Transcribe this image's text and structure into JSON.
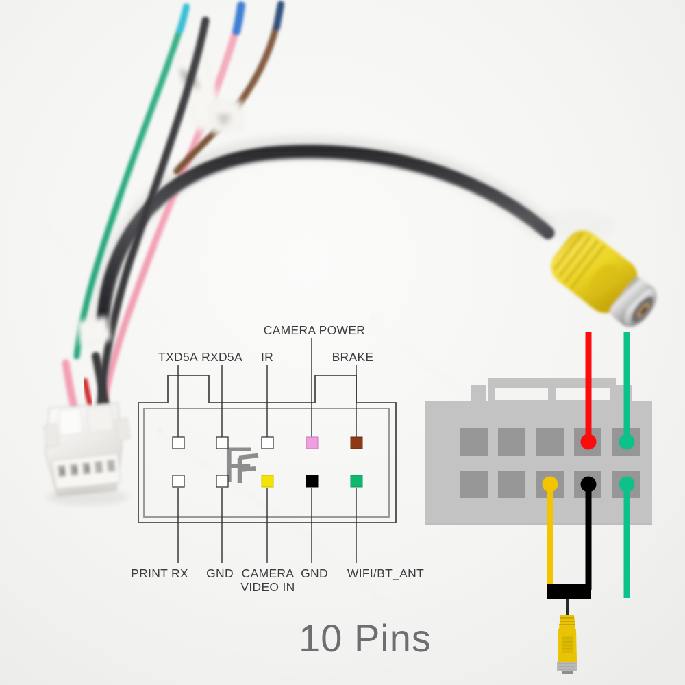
{
  "scene": {
    "caption": "10 Pins",
    "connector_letter": "F",
    "background_color": "#f4f4f2"
  },
  "photo": {
    "description": "car stereo camera adapter harness photo",
    "wire_colors": {
      "teal": "#2aa87f",
      "pink": "#f2a0b4",
      "brown": "#7a5238",
      "black_sleeve": "#3a3a3c",
      "red": "#cf2a2a",
      "blue_tip": "#3f7fd4",
      "yellow_rca": "#e8cd1e",
      "rca_metal": "#c9c9c9",
      "white_connector": "#f2f1ef"
    }
  },
  "left_connector": {
    "name": "10-pin female connector pinout",
    "letter": "F",
    "outline_color": "#4a4a4a",
    "inner_outline_color": "#9a9a9a",
    "top_labels": [
      {
        "text": "TXD5A",
        "pin_color": "#ffffff"
      },
      {
        "text": "RXD5A",
        "pin_color": "#ffffff"
      },
      {
        "text": "IR",
        "pin_color": "#ffffff"
      },
      {
        "text": "CAMERA POWER",
        "pin_color": "#ef9fe0"
      },
      {
        "text": "BRAKE",
        "pin_color": "#8c3a15"
      }
    ],
    "bottom_labels": [
      {
        "text": "PRINT RX",
        "text2": "",
        "pin_color": "#ffffff"
      },
      {
        "text": "GND",
        "text2": "",
        "pin_color": "#ffffff"
      },
      {
        "text": "CAMERA",
        "text2": "VIDEO IN",
        "pin_color": "#f2e300"
      },
      {
        "text": "GND",
        "text2": "",
        "pin_color": "#000000"
      },
      {
        "text": "WIFI/BT_ANT",
        "text2": "",
        "pin_color": "#0fb86e"
      }
    ]
  },
  "right_connector": {
    "name": "10-pin socket housing with attached wires",
    "body_color": "#c3c3c3",
    "hole_color": "#969696",
    "wires": [
      {
        "name": "camera-power-wire",
        "color": "#fb0d0d",
        "row": "top",
        "slot": 4
      },
      {
        "name": "brake-wire",
        "color": "#0ec08a",
        "row": "top",
        "slot": 5
      },
      {
        "name": "camera-video-in-wire",
        "color": "#f5c400",
        "row": "bottom",
        "slot": 3
      },
      {
        "name": "ground-wire",
        "color": "#000000",
        "row": "bottom",
        "slot": 4
      },
      {
        "name": "wifi-bt-ant-wire",
        "color": "#0ec08a",
        "row": "bottom",
        "slot": 5
      }
    ],
    "rca_plug": {
      "name": "yellow-rca-plug",
      "barrel_color": "#e8c404",
      "ring_color": "#b9b9b9"
    }
  }
}
